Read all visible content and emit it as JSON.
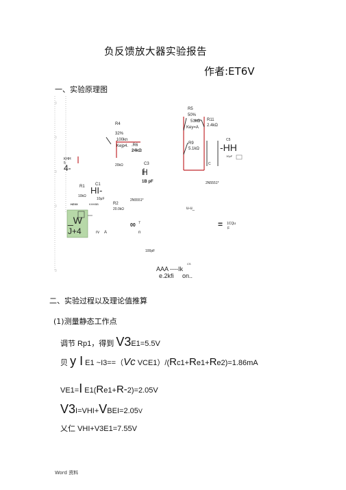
{
  "document": {
    "title": "负反馈放大器实验报告",
    "author": "作者:ET6V",
    "section1": "一、实验原理图",
    "section2": "二、实验过程以及理论值推算",
    "subsection1": "(1)测量静态工作点",
    "footer": "Word 资料"
  },
  "schematic": {
    "labels": {
      "r5": "R5",
      "r5_pct": "50%",
      "r5_val": "51kΩ",
      "r5_key": "Key=A",
      "r11": "R11",
      "r11_val": "2.4kΩ",
      "r9": "R9",
      "r9_val": "5.1kΩ",
      "c5": "C5",
      "c5_sym": "-HH",
      "c5_val": "10μF",
      "r4": "R4",
      "r4_pct": "32%",
      "r4_val": "100kn",
      "r4_key": "Kejp4.",
      "r6": ".R6",
      "r6_val": "24kΩ",
      "r3_val": "20kΩ",
      "c3": "C3",
      "c3_sym": "H",
      "c3_val": "1B pF",
      "khh": "KHH",
      "khh_sub": "5",
      "four": "4-",
      "r1": "R1",
      "r1_val": "10kΩ",
      "c1": "C1",
      "c1_sym": "HI-",
      "c1_val": "10μF",
      "q1": "2N5551*",
      "q2": "2N5551*",
      "r2": "R2",
      "r2_val": "20.0kΩ",
      "hzxx": "HZXX",
      "khhbb": "KHHBB",
      "w": "_W",
      "j4": "J+4",
      "rv": "rv",
      "a": "A",
      "oo": "00",
      "oo_sup": "7",
      "n": "n",
      "uu": "u-u_",
      "eq_sym": "=",
      "tcqu": "1CQu",
      "f": "F",
      "c100": "100pF",
      "cs": "CS",
      "aaa": "AAA ----Ik",
      "e2k": "e.2kfi",
      "on": "on.."
    }
  },
  "equations": {
    "line1": {
      "a": "调节 Rp1，得到",
      "b": "V3",
      "c": "E1=5.5V"
    },
    "line2": {
      "a": "贝",
      "b": "y I",
      "c": "E1 ~I",
      "d": "3==（",
      "e": "Vc",
      "f": "VCE1）/(",
      "g": "R",
      "h": "c1+",
      "i": "R",
      "j": "e1+",
      "k": "R",
      "l": "e2)=1.86mA"
    },
    "line3": {
      "a": "VE1=",
      "b": "I",
      "c": "E1(",
      "d": "R",
      "e": "e1+",
      "f": "R-",
      "g": "2)=2.05V"
    },
    "line4": {
      "a": "V3",
      "b": "I=VHI+",
      "c": "V",
      "d": "BEI=2.05",
      "e": "V"
    },
    "line5": {
      "a": "乂仁",
      "b": "VHI+V3E1=7.55V"
    }
  }
}
